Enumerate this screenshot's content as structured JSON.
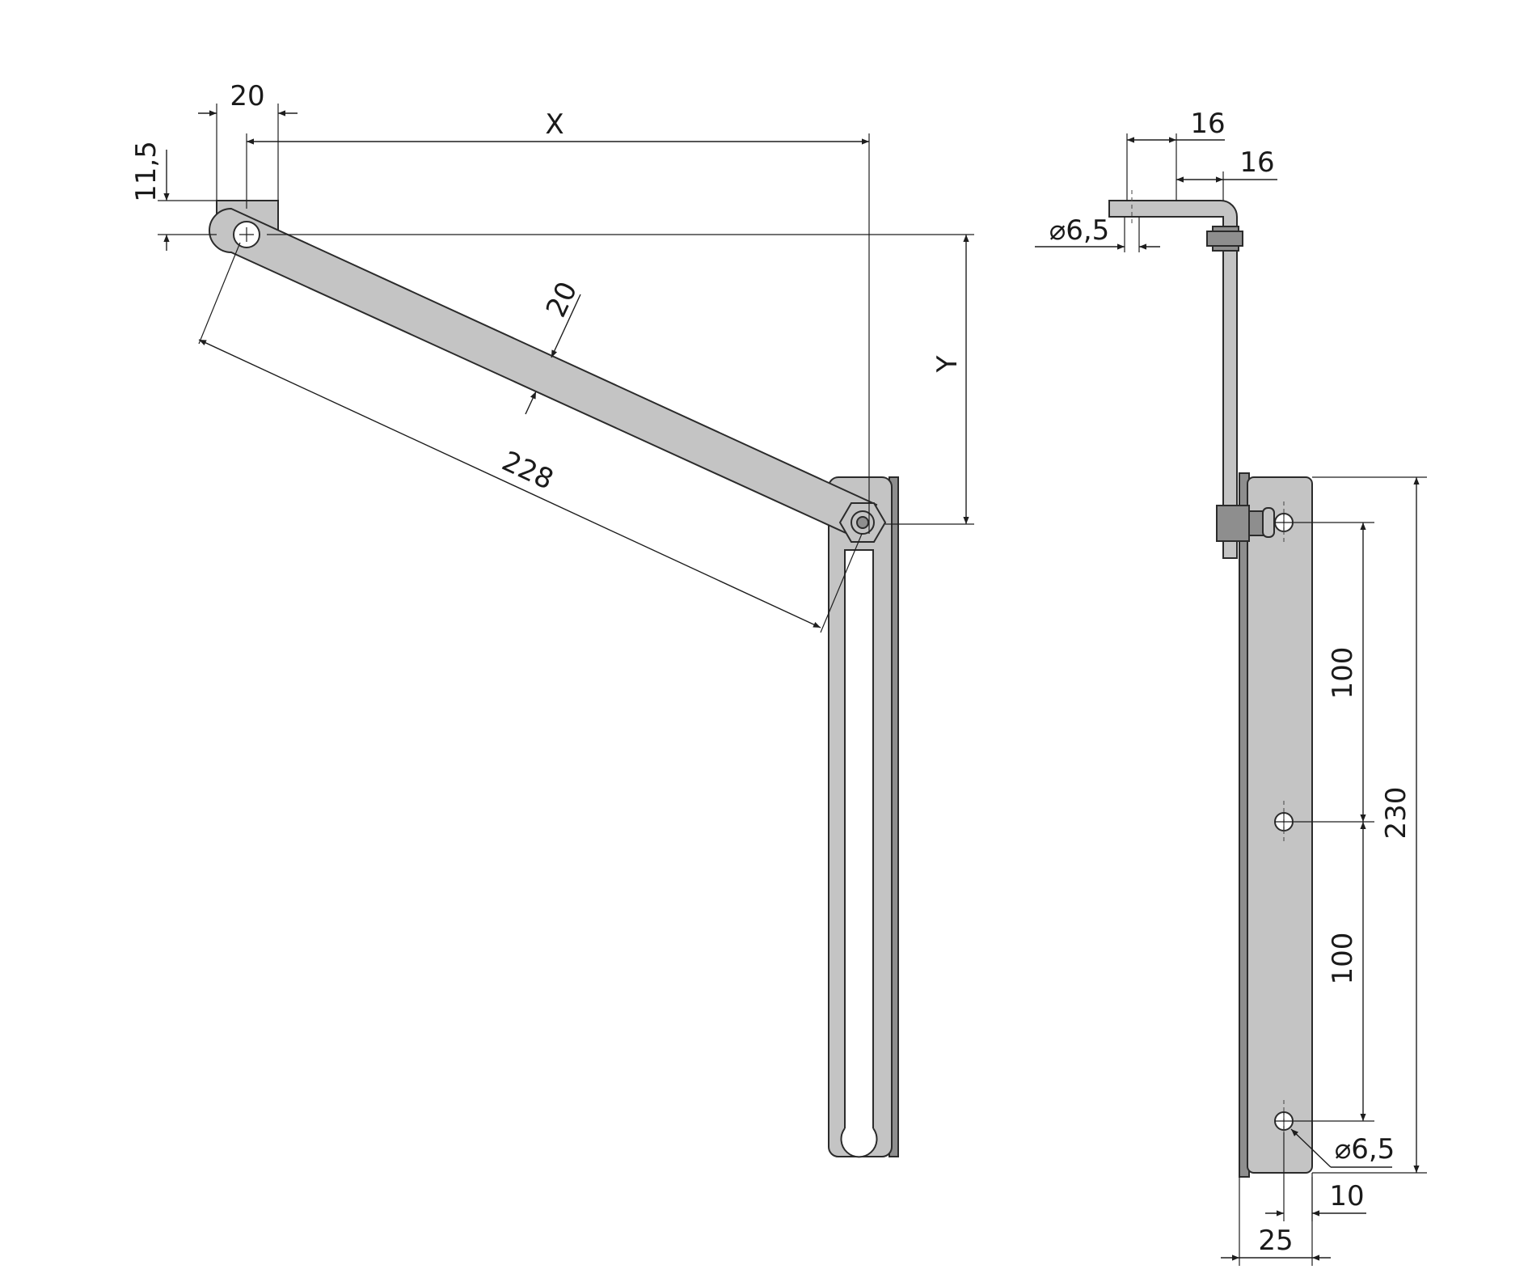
{
  "dimensions": {
    "pivot_offset_width": "20",
    "pivot_offset_height": "11,5",
    "horizontal_travel": "X",
    "vertical_travel": "Y",
    "arm_width": "20",
    "arm_length": "228",
    "side_view": {
      "top_offset_1": "16",
      "top_offset_2": "16",
      "top_hole_diameter": "⌀6,5",
      "hole_spacing_upper": "100",
      "hole_spacing_lower": "100",
      "bracket_length": "230",
      "bottom_hole_diameter": "⌀6,5",
      "hole_edge_distance": "10",
      "bracket_width": "25"
    }
  }
}
